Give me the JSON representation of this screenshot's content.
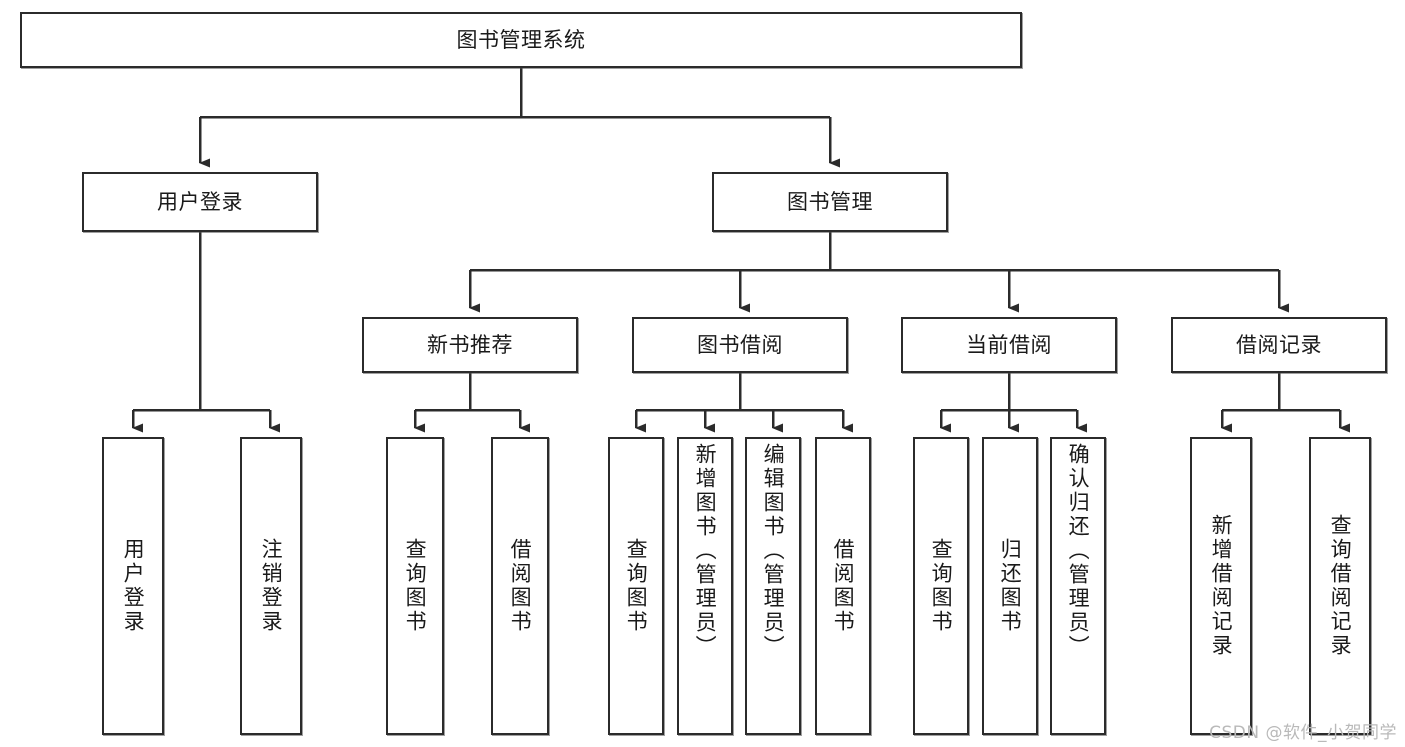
{
  "diagram": {
    "title": "图书管理系统",
    "type": "tree",
    "watermark": "CSDN @软件_小贺同学",
    "colors": {
      "border": "#2b2b2b",
      "fill": "#ffffff",
      "text": "#1a1a1a",
      "edge": "#2b2b2b",
      "watermark": "#b9b9b9"
    },
    "nodes": {
      "root": {
        "label": "图书管理系统"
      },
      "level2": [
        {
          "id": "user-login",
          "label": "用户登录"
        },
        {
          "id": "book-manage",
          "label": "图书管理"
        }
      ],
      "level3": [
        {
          "id": "new-book-recommend",
          "label": "新书推荐"
        },
        {
          "id": "book-borrow",
          "label": "图书借阅"
        },
        {
          "id": "current-borrow",
          "label": "当前借阅"
        },
        {
          "id": "borrow-record",
          "label": "借阅记录"
        }
      ],
      "leaves": {
        "user-login": [
          {
            "id": "leaf-user-login",
            "label": "用户登录"
          },
          {
            "id": "leaf-logout-login",
            "label": "注销登录"
          }
        ],
        "new-book-recommend": [
          {
            "id": "leaf-query-book-1",
            "label": "查询图书"
          },
          {
            "id": "leaf-borrow-book-1",
            "label": "借阅图书"
          }
        ],
        "book-borrow": [
          {
            "id": "leaf-query-book-2",
            "label": "查询图书"
          },
          {
            "id": "leaf-add-book",
            "label": "新增图书（管理员）"
          },
          {
            "id": "leaf-edit-book",
            "label": "编辑图书（管理员）"
          },
          {
            "id": "leaf-borrow-book-2",
            "label": "借阅图书"
          }
        ],
        "current-borrow": [
          {
            "id": "leaf-query-book-3",
            "label": "查询图书"
          },
          {
            "id": "leaf-return-book",
            "label": "归还图书"
          },
          {
            "id": "leaf-confirm-return",
            "label": "确认归还（管理员）"
          }
        ],
        "borrow-record": [
          {
            "id": "leaf-add-record",
            "label": "新增借阅记录"
          },
          {
            "id": "leaf-query-record",
            "label": "查询借阅记录"
          }
        ]
      }
    }
  }
}
